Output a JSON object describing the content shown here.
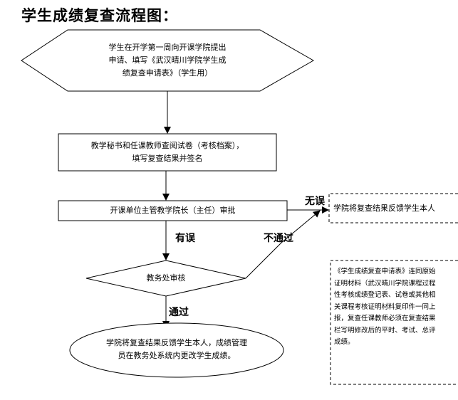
{
  "title": "学生成绩复查流程图：",
  "nodes": {
    "apply": [
      "学生在开学第一周向开课学院提出",
      "申请、填写《武汉晴川学院学生成",
      "绩复查申请表》（学生用）"
    ],
    "review": [
      "教学秘书和任课教师查阅试卷（考核档案），",
      "填写复查结果并签名"
    ],
    "approve": "开课单位主管教学院长（主任）审批",
    "feedback_no_error": "学院将复查结果反馈学生本人",
    "academic_affairs": "教务处审核",
    "final": [
      "学院将复查结果反馈学生本人，成绩管理",
      "员在教务处系统内更改学生成绩。"
    ],
    "note": [
      "《学生成绩复查申请表》连同原始",
      "证明材料（武汉晴川学院课程过程",
      "性考核成绩登记表、试卷或其他相",
      "关课程考核证明材料复印件一同上",
      "报，复查任课教师必须在复查结果",
      "栏写明修改后的平时、考试、总评",
      "成绩。"
    ]
  },
  "edge_labels": {
    "no_error": "无误",
    "has_error": "有误",
    "not_passed": "不通过",
    "passed": "通过"
  }
}
